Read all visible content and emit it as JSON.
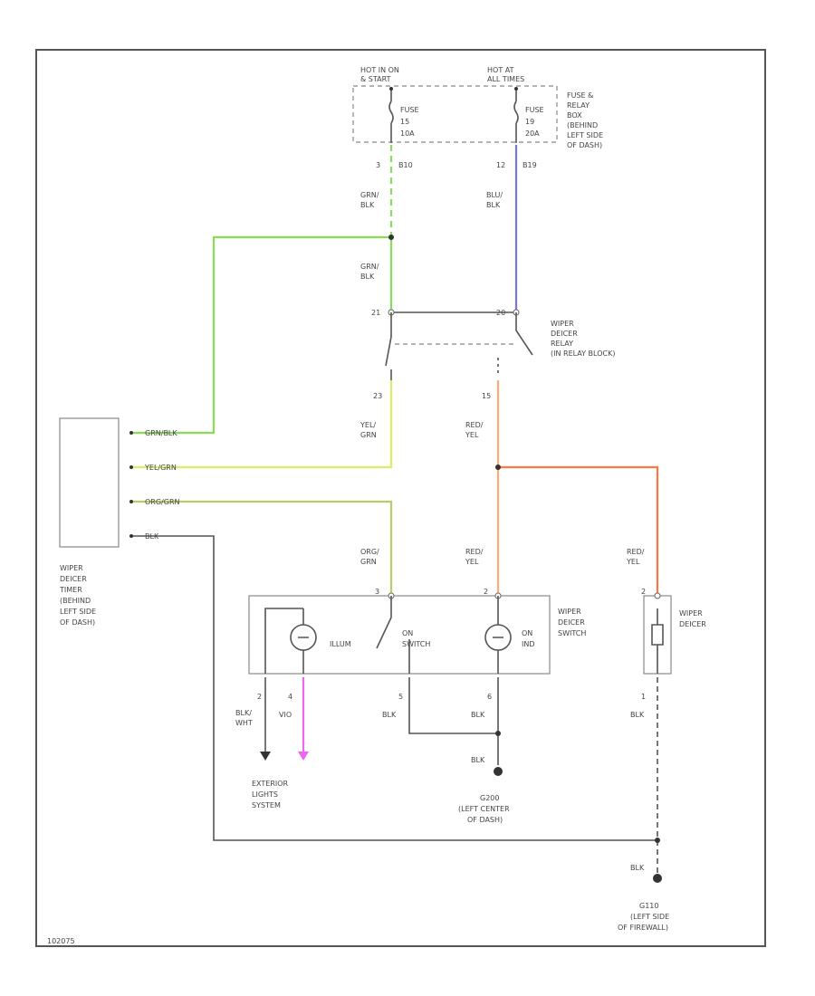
{
  "colors": {
    "green_black": "#88dd55",
    "blue_black": "#7777dd",
    "yellow_green": "#ddee66",
    "orange_green": "#bbcc66",
    "red_yellow": "#ffaa77",
    "red_yellow_b": "#ff7744",
    "violet": "#ee66ee",
    "black": "#555555"
  },
  "power": {
    "left_label": [
      "HOT IN ON",
      "& START"
    ],
    "right_label": [
      "HOT AT",
      "ALL TIMES"
    ],
    "fuse_left": [
      "FUSE",
      "15",
      "10A"
    ],
    "fuse_right": [
      "FUSE",
      "19",
      "20A"
    ],
    "box_label": [
      "FUSE &",
      "RELAY",
      "BOX",
      "(BEHIND",
      "LEFT SIDE",
      "OF DASH)"
    ],
    "pin_left": "3",
    "conn_left": "B10",
    "pin_right": "12",
    "conn_right": "B19"
  },
  "wires": {
    "grn_blk_top": [
      "GRN/",
      "BLK"
    ],
    "blu_blk": [
      "BLU/",
      "BLK"
    ],
    "grn_blk_mid": [
      "GRN/",
      "BLK"
    ],
    "yel_grn": [
      "YEL/",
      "GRN"
    ],
    "red_yel_relay": [
      "RED/",
      "YEL"
    ],
    "org_grn": [
      "ORG/",
      "GRN"
    ],
    "red_yel_switch": [
      "RED/",
      "YEL"
    ],
    "red_yel_deicer": [
      "RED/",
      "YEL"
    ],
    "blk_wht": [
      "BLK/",
      "WHT"
    ],
    "vio": [
      "VIO"
    ],
    "blk_sw": [
      "BLK"
    ],
    "blk_sw2": [
      "BLK"
    ],
    "blk_deicer": [
      "BLK"
    ],
    "blk_g200": [
      "BLK"
    ],
    "blk_g110": [
      "BLK"
    ]
  },
  "relay": {
    "label": [
      "WIPER",
      "DEICER",
      "RELAY",
      "(IN RELAY BLOCK)"
    ],
    "pin_tl": "21",
    "pin_tr": "20",
    "pin_bl": "23",
    "pin_br": "15"
  },
  "timer": {
    "label": [
      "WIPER",
      "DEICER",
      "TIMER",
      "(BEHIND",
      "LEFT SIDE",
      "OF DASH)"
    ],
    "pins": [
      "GRN/BLK",
      "YEL/GRN",
      "ORG/GRN",
      "BLK"
    ]
  },
  "switch": {
    "label": [
      "WIPER",
      "DEICER",
      "SWITCH"
    ],
    "illum": "ILLUM",
    "on_switch": [
      "ON",
      "SWITCH"
    ],
    "on_ind": [
      "ON",
      "IND"
    ],
    "pin_top_l": "3",
    "pin_top_r": "2",
    "pin_b1": "2",
    "pin_b2": "4",
    "pin_b3": "5",
    "pin_b4": "6"
  },
  "deicer": {
    "label": [
      "WIPER",
      "DEICER"
    ],
    "pin_top": "2",
    "pin_bot": "1"
  },
  "grounds": {
    "exterior": [
      "EXTERIOR",
      "LIGHTS",
      "SYSTEM"
    ],
    "g200": [
      "G200",
      "(LEFT CENTER",
      "OF DASH)"
    ],
    "g110": [
      "G110",
      "(LEFT SIDE",
      "OF FIREWALL)"
    ]
  },
  "footer_code": "102075"
}
